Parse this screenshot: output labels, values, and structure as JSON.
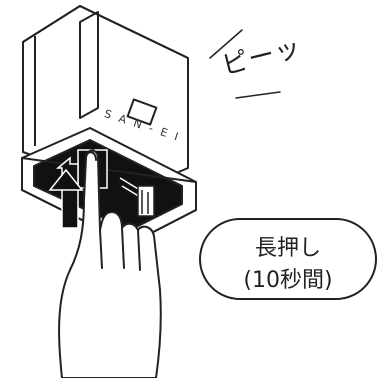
{
  "sound_text": "ピーッ",
  "instruction": {
    "line1": "長押し",
    "line2": "(10秒間)"
  },
  "brand_text": "SAN-EI",
  "colors": {
    "line": "#222222",
    "background": "#ffffff",
    "dark_fill": "#111111"
  },
  "icons": [
    "device-body",
    "press-arrow",
    "hand-illustration",
    "sound-lines"
  ]
}
